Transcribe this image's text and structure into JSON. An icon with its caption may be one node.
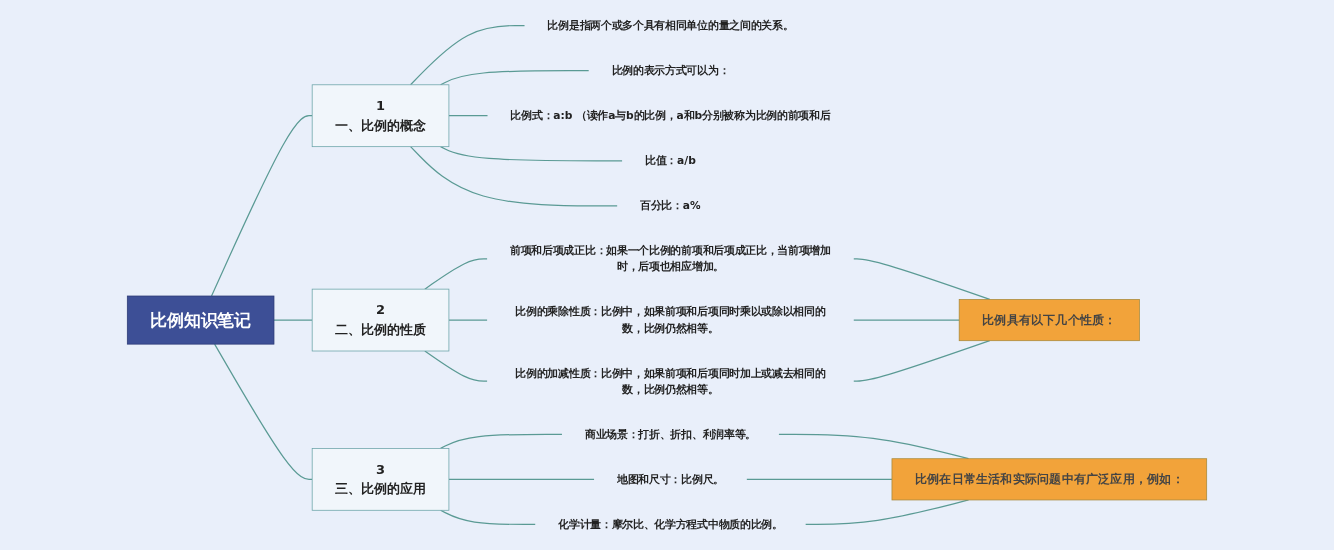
{
  "diagram": {
    "nodes": [
      {
        "text": [
          "比例知识笔记"
        ]
      },
      {
        "text": [
          "1",
          "一、比例的概念"
        ]
      },
      {
        "text": [
          "比例是指两个或多个具有相同单位的量之间的关系。"
        ]
      },
      {
        "text": [
          "比例的表示方式可以为："
        ]
      },
      {
        "text": [
          "比例式：a:b （读作a与b的比例，a和b分别被称为比例的前项和后"
        ]
      },
      {
        "text": [
          "比值：a/b"
        ]
      },
      {
        "text": [
          "百分比：a%"
        ]
      },
      {
        "text": [
          "2",
          "二、比例的性质"
        ]
      },
      {
        "text": [
          "前项和后项成正比：如果一个比例的前项和后项成正比，当前项增加时，后项也相应增加。"
        ]
      },
      {
        "text": [
          "比例的乘除性质：比例中，如果前项和后项同时乘以或除以相同的数，比例仍然相等。"
        ]
      },
      {
        "text": [
          "比例的加减性质：比例中，如果前项和后项同时加上或减去相同的数，比例仍然相等。"
        ]
      },
      {
        "text": [
          "比例具有以下几个性质："
        ]
      },
      {
        "text": [
          "3",
          "三、比例的应用"
        ]
      },
      {
        "text": [
          "商业场景：打折、折扣、利润率等。"
        ]
      },
      {
        "text": [
          "地图和尺寸：比例尺。"
        ]
      },
      {
        "text": [
          "化学计量：摩尔比、化学方程式中物质的比例。"
        ]
      },
      {
        "text": [
          "比例在日常生活和实际问题中有广泛应用，例如："
        ]
      }
    ],
    "edges": [
      {
        "from": 0,
        "to": 1,
        "arrow": "none"
      },
      {
        "from": 1,
        "to": 2,
        "arrow": "none"
      },
      {
        "from": 1,
        "to": 3,
        "arrow": "none"
      },
      {
        "from": 1,
        "to": 4,
        "arrow": "none"
      },
      {
        "from": 1,
        "to": 5,
        "arrow": "none"
      },
      {
        "from": 1,
        "to": 6,
        "arrow": "none"
      },
      {
        "from": 0,
        "to": 7,
        "arrow": "none"
      },
      {
        "from": 7,
        "to": 8,
        "arrow": "none"
      },
      {
        "from": 7,
        "to": 9,
        "arrow": "none"
      },
      {
        "from": 7,
        "to": 10,
        "arrow": "none"
      },
      {
        "from": 8,
        "to": 11,
        "arrow": "none"
      },
      {
        "from": 9,
        "to": 11,
        "arrow": "none"
      },
      {
        "from": 10,
        "to": 11,
        "arrow": "none"
      },
      {
        "from": 0,
        "to": 12,
        "arrow": "none"
      },
      {
        "from": 12,
        "to": 13,
        "arrow": "none"
      },
      {
        "from": 12,
        "to": 14,
        "arrow": "none"
      },
      {
        "from": 12,
        "to": 15,
        "arrow": "none"
      },
      {
        "from": 13,
        "to": 16,
        "arrow": "none"
      },
      {
        "from": 14,
        "to": 16,
        "arrow": "none"
      },
      {
        "from": 15,
        "to": 16,
        "arrow": "none"
      }
    ]
  }
}
